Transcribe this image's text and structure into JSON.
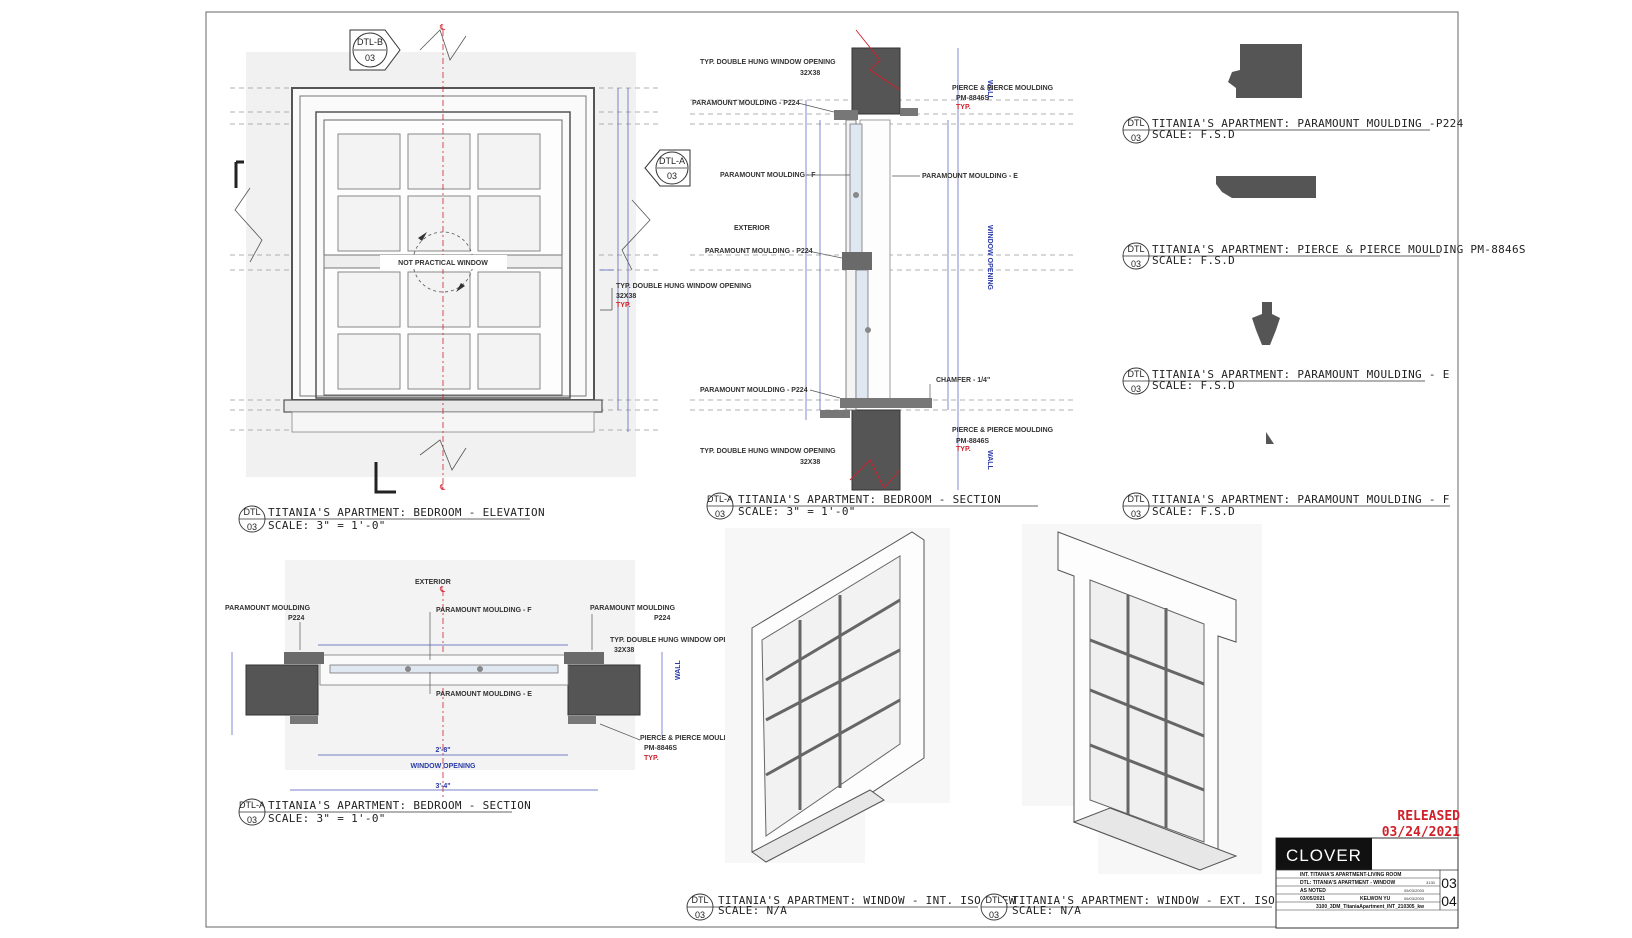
{
  "details": {
    "elevation": {
      "code": "DTL",
      "sheet": "03",
      "title": "TITANIA'S APARTMENT: BEDROOM - ELEVATION",
      "scale": "SCALE: 3\" = 1'-0\"",
      "section_b": "DTL-B",
      "section_b_sheet": "03",
      "section_a": "DTL-A",
      "section_a_sheet": "03",
      "note": "NOT PRACTICAL WINDOW",
      "opening_note": "TYP. DOUBLE HUNG WINDOW OPENING",
      "opening_size": "32X38",
      "typ": "TYP."
    },
    "section_v": {
      "code": "DTL-A",
      "sheet": "03",
      "title": "TITANIA'S APARTMENT: BEDROOM - SECTION",
      "scale": "SCALE: 3\" = 1'-0\"",
      "exterior": "EXTERIOR",
      "labels": {
        "opening_top": "TYP. DOUBLE HUNG WINDOW OPENING",
        "opening_top_size": "32X38",
        "p224_top": "PARAMOUNT MOULDING - P224",
        "f": "PARAMOUNT MOULDING - F",
        "p224_mid": "PARAMOUNT MOULDING - P224",
        "p224_bot": "PARAMOUNT MOULDING - P224",
        "opening_bot": "TYP. DOUBLE HUNG WINDOW OPENING",
        "opening_bot_size": "32X38",
        "pierce_top": "PIERCE & PIERCE MOULDING",
        "pierce_top_code": "PM-8846S",
        "typ": "TYP.",
        "e": "PARAMOUNT MOULDING - E",
        "chamfer": "CHAMFER - 1/4\"",
        "pierce_bot": "PIERCE & PIERCE MOULDING",
        "pierce_bot_code": "PM-8846S",
        "typ2": "TYP.",
        "wall_top": "WALL",
        "window_opening": "WINDOW OPENING",
        "wall_bot": "WALL"
      }
    },
    "section_h": {
      "code": "DTL-A",
      "sheet": "03",
      "title": "TITANIA'S APARTMENT: BEDROOM - SECTION",
      "scale": "SCALE: 3\" = 1'-0\"",
      "exterior": "EXTERIOR",
      "labels": {
        "p224_left": "PARAMOUNT MOULDING",
        "p224_left_code": "P224",
        "f": "PARAMOUNT MOULDING - F",
        "p224_right": "PARAMOUNT MOULDING",
        "p224_right_code": "P224",
        "opening": "TYP. DOUBLE HUNG WINDOW OPENING",
        "opening_size": "32X38",
        "e": "PARAMOUNT MOULDING - E",
        "pierce": "PIERCE & PIERCE MOULDING",
        "pierce_code": "PM-8846S",
        "typ": "TYP.",
        "wall": "WALL",
        "window_opening": "WINDOW OPENING",
        "dim1": "2'-8\"",
        "dim2": "3'-4\""
      }
    },
    "mouldings": [
      {
        "code": "DTL",
        "sheet": "03",
        "title": "TITANIA'S APARTMENT: PARAMOUNT MOULDING -P224",
        "scale": "SCALE: F.S.D"
      },
      {
        "code": "DTL",
        "sheet": "03",
        "title": "TITANIA'S APARTMENT: PIERCE & PIERCE MOULDING PM-8846S",
        "scale": "SCALE: F.S.D"
      },
      {
        "code": "DTL",
        "sheet": "03",
        "title": "TITANIA'S APARTMENT: PARAMOUNT MOULDING - E",
        "scale": "SCALE: F.S.D"
      },
      {
        "code": "DTL",
        "sheet": "03",
        "title": "TITANIA'S APARTMENT: PARAMOUNT MOULDING - F",
        "scale": "SCALE: F.S.D"
      }
    ],
    "iso_int": {
      "code": "DTL",
      "sheet": "03",
      "title": "TITANIA'S APARTMENT: WINDOW - INT. ISO VIEW",
      "scale": "SCALE: N/A"
    },
    "iso_ext": {
      "code": "DTL",
      "sheet": "03",
      "title": "TITANIA'S APARTMENT: WINDOW - EXT. ISO VIEW",
      "scale": "SCALE: N/A"
    }
  },
  "stamp": {
    "released": "RELEASED",
    "date": "03/24/2021"
  },
  "title_block": {
    "brand": "CLOVER",
    "set_name": "INT. TITANIA'S APARTMENT-LIVING ROOM",
    "drawing": "DTL: TITANIA'S APARTMENT - WINDOW",
    "scale": "AS NOTED",
    "date": "03/05/2021",
    "drawn": "KELWON YU",
    "file": "3100_3DM_TitaniaApartment_INT_210305_kw",
    "sheet_a": "03",
    "sheet_b": "04",
    "sheet_prefix": "3130",
    "date2": "05/03/2003",
    "date3": "06/03/2003"
  },
  "colors": {
    "accent_red": "#d0202a",
    "dimension_blue": "#4a56b8",
    "dark_fill": "#555555",
    "light_fill": "#f1f1f1"
  }
}
